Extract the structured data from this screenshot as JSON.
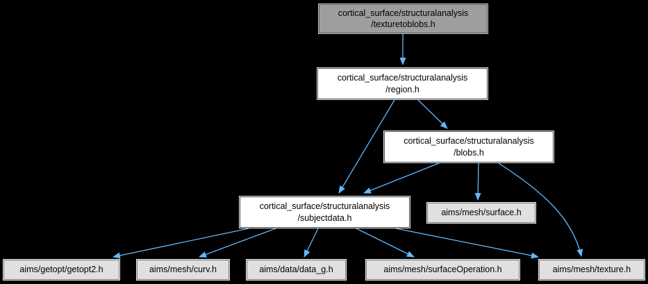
{
  "diagram": {
    "kind": "include-dependency-graph",
    "background_color": "#000000",
    "edge_color": "#63b8ff",
    "node_fill_current": "#9e9e9e",
    "node_fill_internal": "#ffffff",
    "node_fill_external": "#e0e0e0",
    "nodes": [
      {
        "id": "texturetoblobs",
        "label": "cortical_surface/structuralanalysis\n/texturetoblobs.h",
        "style": "current"
      },
      {
        "id": "region",
        "label": "cortical_surface/structuralanalysis\n/region.h",
        "style": "internal"
      },
      {
        "id": "blobs",
        "label": "cortical_surface/structuralanalysis\n/blobs.h",
        "style": "internal"
      },
      {
        "id": "subjectdata",
        "label": "cortical_surface/structuralanalysis\n/subjectdata.h",
        "style": "internal"
      },
      {
        "id": "surface",
        "label": "aims/mesh/surface.h",
        "style": "external"
      },
      {
        "id": "getopt2",
        "label": "aims/getopt/getopt2.h",
        "style": "external"
      },
      {
        "id": "curv",
        "label": "aims/mesh/curv.h",
        "style": "external"
      },
      {
        "id": "data_g",
        "label": "aims/data/data_g.h",
        "style": "external"
      },
      {
        "id": "surfaceOperation",
        "label": "aims/mesh/surfaceOperation.h",
        "style": "external"
      },
      {
        "id": "texture",
        "label": "aims/mesh/texture.h",
        "style": "external"
      }
    ],
    "edges": [
      {
        "from": "texturetoblobs",
        "to": "region"
      },
      {
        "from": "region",
        "to": "blobs"
      },
      {
        "from": "region",
        "to": "subjectdata"
      },
      {
        "from": "blobs",
        "to": "subjectdata"
      },
      {
        "from": "blobs",
        "to": "surface"
      },
      {
        "from": "blobs",
        "to": "texture"
      },
      {
        "from": "subjectdata",
        "to": "getopt2"
      },
      {
        "from": "subjectdata",
        "to": "curv"
      },
      {
        "from": "subjectdata",
        "to": "data_g"
      },
      {
        "from": "subjectdata",
        "to": "surfaceOperation"
      },
      {
        "from": "subjectdata",
        "to": "texture"
      }
    ]
  }
}
